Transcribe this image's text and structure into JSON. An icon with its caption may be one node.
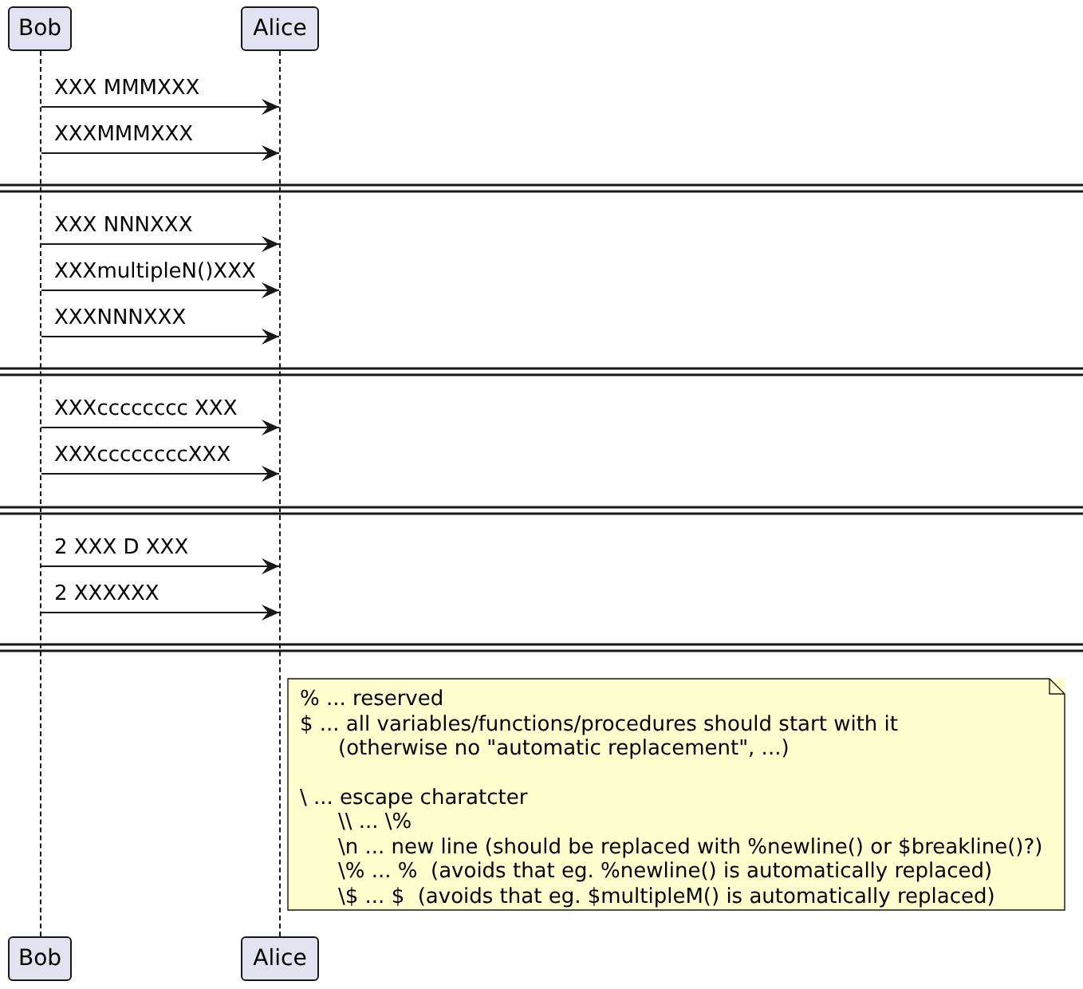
{
  "diagram": {
    "nodes": [
      {
        "text": [
          "Bob"
        ]
      },
      {
        "text": [
          "Alice"
        ]
      },
      {
        "text": [],
        "shape": "line"
      },
      {
        "text": [],
        "shape": "line"
      },
      {
        "text": [
          "% ... reserved",
          "$ ... all variables/functions/procedures should start with it",
          "(otherwise no \"automatic replacement\", ...)",
          "\\ ... escape charatcter",
          "\\\\ ... \\%",
          "\\n ... new line (should be replaced with %newline() or $breakline()?)",
          "\\% ... %  (avoids that eg. %newline() is automatically replaced)",
          "\\$ ... $  (avoids that eg. $multipleM() is automatically replaced)"
        ]
      },
      {
        "text": [
          "Bob"
        ]
      },
      {
        "text": [
          "Alice"
        ]
      }
    ],
    "edges": [
      {
        "from": 2,
        "to": 3,
        "arrow": "to",
        "label": "XXX MMMXXX"
      },
      {
        "from": 2,
        "to": 3,
        "arrow": "to",
        "label": "XXXMMMXXX"
      },
      {
        "from": 2,
        "to": 3,
        "arrow": "to",
        "label": "XXX NNNXXX"
      },
      {
        "from": 2,
        "to": 3,
        "arrow": "to",
        "label": "XXXmultipleN()XXX"
      },
      {
        "from": 2,
        "to": 3,
        "arrow": "to",
        "label": "XXXNNNXXX"
      },
      {
        "from": 2,
        "to": 3,
        "arrow": "to",
        "label": "XXXcccccccc XXX"
      },
      {
        "from": 2,
        "to": 3,
        "arrow": "to",
        "label": "XXXccccccccXXX"
      },
      {
        "from": 2,
        "to": 3,
        "arrow": "to",
        "label": "2 XXX D XXX"
      },
      {
        "from": 2,
        "to": 3,
        "arrow": "to",
        "label": "2 XXXXXX"
      }
    ]
  }
}
